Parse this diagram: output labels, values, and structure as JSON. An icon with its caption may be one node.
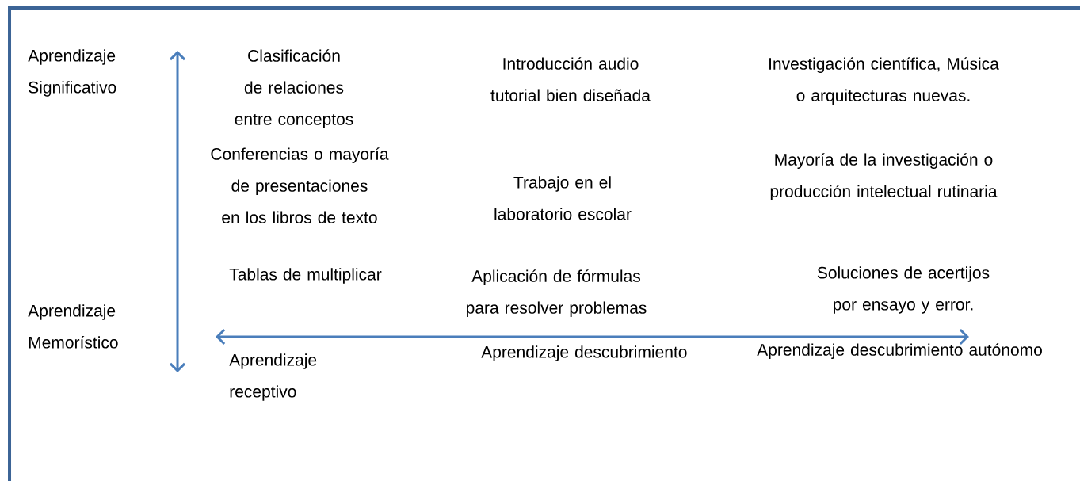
{
  "diagram": {
    "labels": [
      "Aprendizaje Significativo",
      "Clasificación de relaciones entre conceptos",
      "Introducción audio tutorial bien diseñada",
      "Investigación científica, Música o arquitecturas nuevas.",
      "Conferencias o mayoría de presentaciones en los libros de texto",
      "Trabajo en el laboratorio escolar",
      "Mayoría de la investigación o producción intelectual rutinaria",
      "Aprendizaje Memorístico",
      "Tablas de multiplicar",
      "Aplicación de fórmulas para resolver problemas",
      "Soluciones de acertijos por ensayo y error.",
      "Aprendizaje receptivo",
      "Aprendizaje descubrimiento",
      "Aprendizaje descubrimiento autónomo"
    ]
  }
}
